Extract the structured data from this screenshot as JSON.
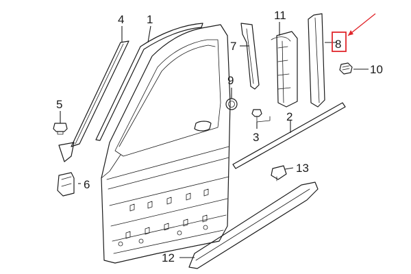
{
  "callouts": {
    "c1": "1",
    "c2": "2",
    "c3": "3",
    "c4": "4",
    "c5": "5",
    "c6": "6",
    "c7": "7",
    "c8": "8",
    "c9": "9",
    "c10": "10",
    "c11": "11",
    "c12": "12",
    "c13": "13"
  },
  "highlight": {
    "target_callout": "8",
    "color": "#e0262b"
  },
  "line_color": "#1a1a1a"
}
